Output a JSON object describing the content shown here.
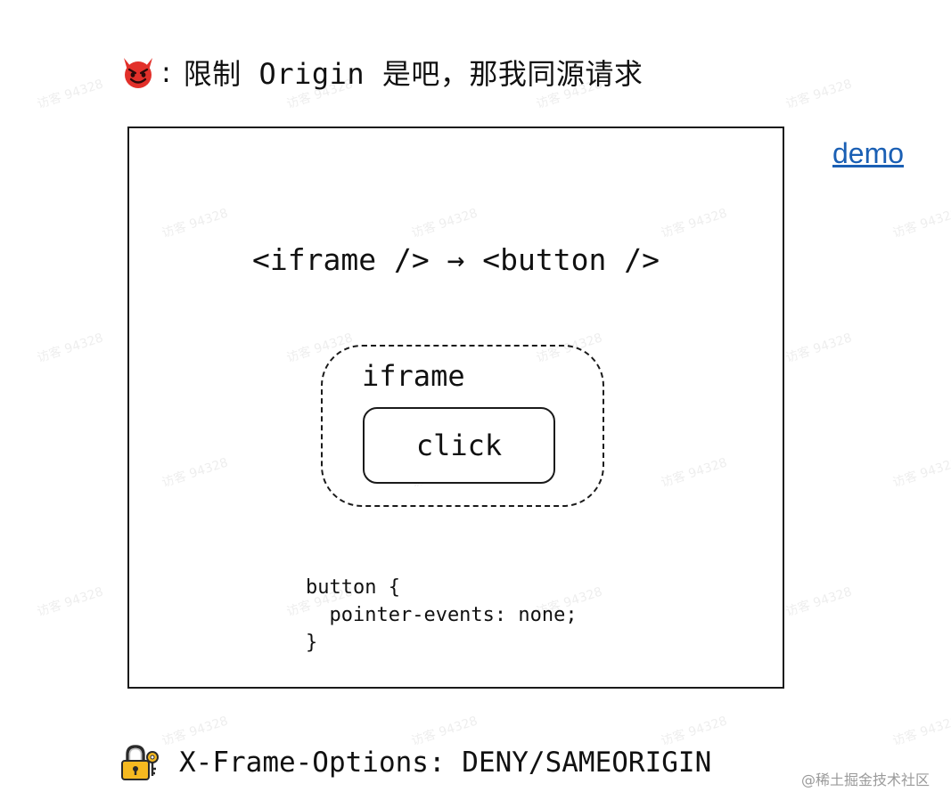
{
  "heading": {
    "icon": "devil-face-icon",
    "colon": ":",
    "text": "限制 Origin 是吧，那我同源请求"
  },
  "diagram": {
    "flow": "<iframe /> → <button />",
    "iframe_label": "iframe",
    "button_label": "click",
    "code": "button {\n  pointer-events: none;\n}"
  },
  "demo_link": "demo",
  "footer": {
    "icon": "lock-with-key-icon",
    "text": "X-Frame-Options: DENY/SAMEORIGIN"
  },
  "watermark": {
    "text": "访客 94328",
    "site": "@稀土掘金技术社区"
  },
  "colors": {
    "link": "#1a5fb4",
    "devil": "#e2302a",
    "lock": "#f5b920"
  }
}
